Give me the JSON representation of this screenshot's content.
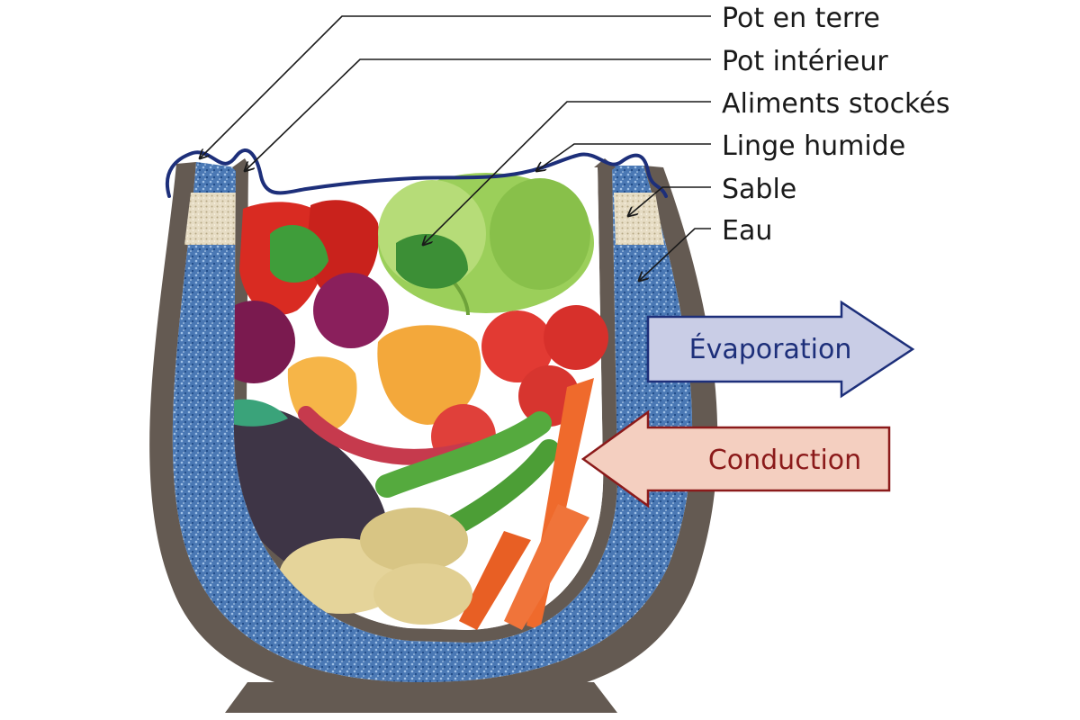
{
  "labels": {
    "pot_en_terre": "Pot en terre",
    "pot_interieur": "Pot intérieur",
    "aliments_stockes": "Aliments stockés",
    "linge_humide": "Linge humide",
    "sable": "Sable",
    "eau": "Eau"
  },
  "arrows": {
    "evaporation": "Évaporation",
    "conduction": "Conduction"
  },
  "colors": {
    "pot_wall": "#645a52",
    "water_blue": "#2f5f9f",
    "sand": "#e8e0cc",
    "cloth": "#1d2f7a",
    "evaporation_fill": "#c9cde6",
    "evaporation_stroke": "#1d2f7a",
    "evaporation_text": "#1d2f7a",
    "conduction_fill": "#f4cfc0",
    "conduction_stroke": "#8b1a1a",
    "conduction_text": "#8b1a1a"
  }
}
